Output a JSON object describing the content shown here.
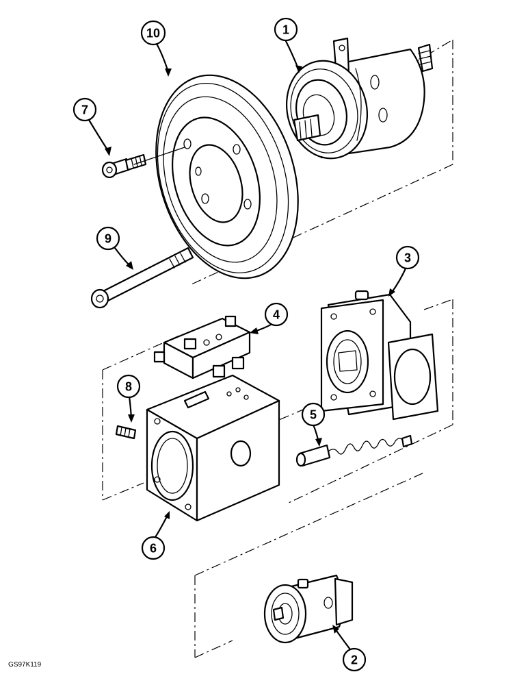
{
  "figure_code": "GS97K119",
  "callouts": [
    {
      "label": "1",
      "part": "motor"
    },
    {
      "label": "2",
      "part": "valve-body"
    },
    {
      "label": "3",
      "part": "end-housing"
    },
    {
      "label": "4",
      "part": "control-valve-block"
    },
    {
      "label": "5",
      "part": "spool"
    },
    {
      "label": "6",
      "part": "pump-housing"
    },
    {
      "label": "7",
      "part": "cap-screw"
    },
    {
      "label": "8",
      "part": "set-screw"
    },
    {
      "label": "9",
      "part": "long-bolt"
    },
    {
      "label": "10",
      "part": "plate"
    }
  ]
}
